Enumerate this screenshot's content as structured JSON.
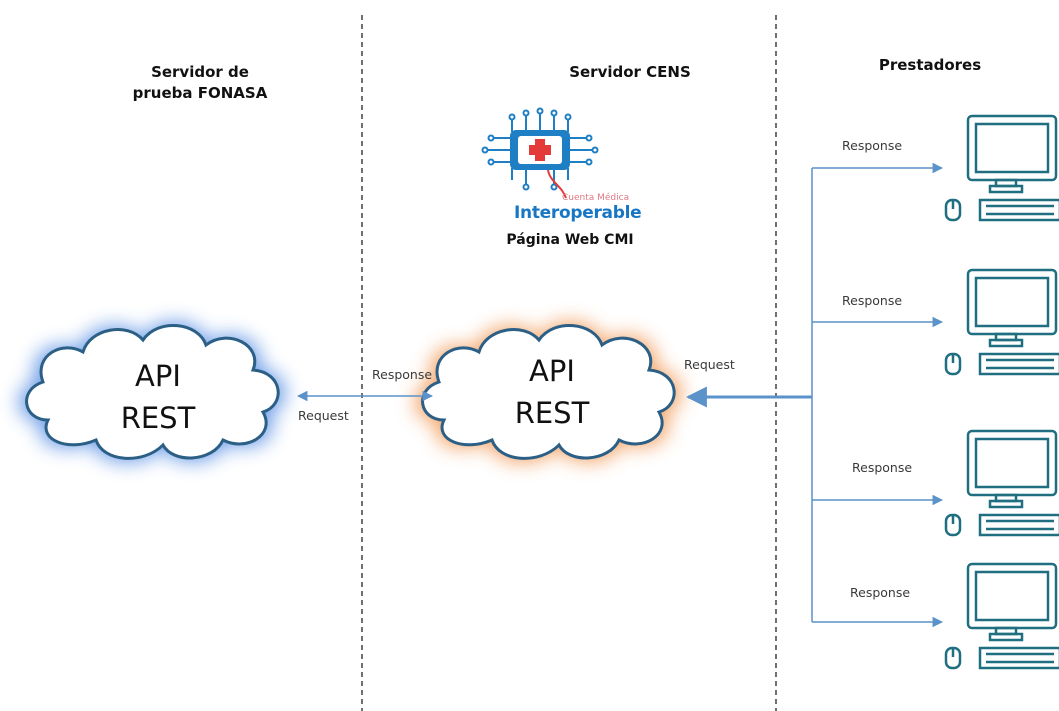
{
  "columns": {
    "fonasa_title_line1": "Servidor de",
    "fonasa_title_line2": "prueba FONASA",
    "cens_title": "Servidor CENS",
    "prestadores_title": "Prestadores"
  },
  "logo": {
    "small_text": "Cuenta Médica",
    "brand_text": "Interoperable",
    "caption": "Página Web CMI"
  },
  "clouds": {
    "fonasa": {
      "line1": "API",
      "line2": "REST",
      "glow_color": "#3f7fe0"
    },
    "cens": {
      "line1": "API",
      "line2": "REST",
      "glow_color": "#f08a3c"
    }
  },
  "links": {
    "fonasa_cens_response": "Response",
    "fonasa_cens_request": "Request",
    "cens_prestadores_request": "Request",
    "prestador_responses": [
      "Response",
      "Response",
      "Response",
      "Response"
    ]
  },
  "colors": {
    "arrow": "#5b92c9",
    "cloud_stroke": "#2b5f86",
    "icon_stroke": "#1f6f80"
  }
}
